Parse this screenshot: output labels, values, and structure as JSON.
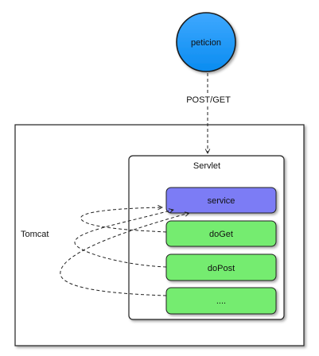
{
  "request_node": {
    "label": "peticion",
    "color": "#0a8cf0"
  },
  "edge_label": "POST/GET",
  "container": {
    "label": "Tomcat"
  },
  "servlet": {
    "label": "Servlet",
    "methods": [
      {
        "label": "service",
        "color": "#7b7bf5"
      },
      {
        "label": "doGet",
        "color": "#74ec6f"
      },
      {
        "label": "doPost",
        "color": "#74ec6f"
      },
      {
        "label": "....",
        "color": "#74ec6f"
      }
    ]
  }
}
